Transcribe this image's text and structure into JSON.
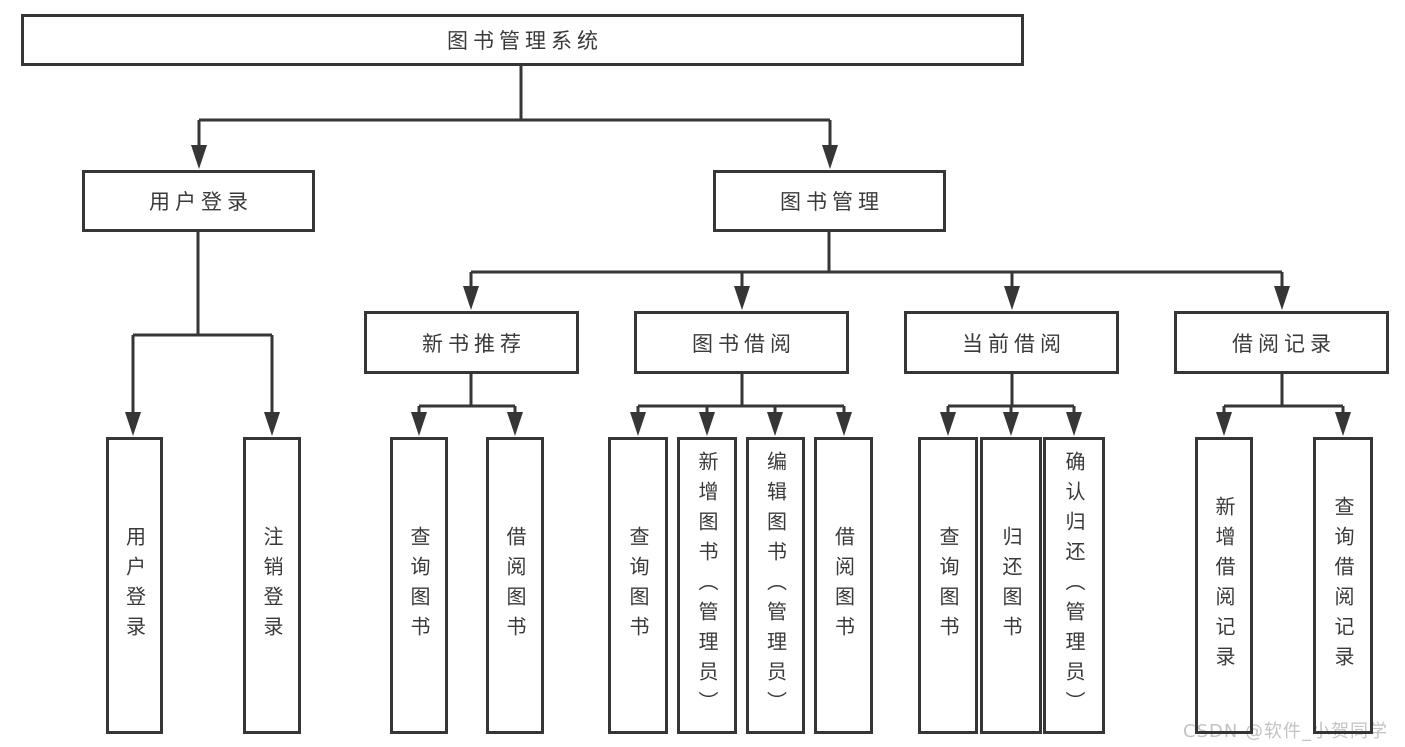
{
  "diagram": {
    "title": "图书管理系统",
    "branches": {
      "user_login": {
        "label": "用户登录",
        "children": [
          {
            "label": "用户登录"
          },
          {
            "label": "注销登录"
          }
        ]
      },
      "book_management": {
        "label": "图书管理",
        "sections": [
          {
            "label": "新书推荐",
            "children": [
              {
                "label": "查询图书"
              },
              {
                "label": "借阅图书"
              }
            ]
          },
          {
            "label": "图书借阅",
            "children": [
              {
                "label": "查询图书"
              },
              {
                "label": "新增图书（管理员）"
              },
              {
                "label": "编辑图书（管理员）"
              },
              {
                "label": "借阅图书"
              }
            ]
          },
          {
            "label": "当前借阅",
            "children": [
              {
                "label": "查询图书"
              },
              {
                "label": "归还图书"
              },
              {
                "label": "确认归还（管理员）"
              }
            ]
          },
          {
            "label": "借阅记录",
            "children": [
              {
                "label": "新增借阅记录"
              },
              {
                "label": "查询借阅记录"
              }
            ]
          }
        ]
      }
    },
    "line_color": "#363636"
  },
  "watermark": {
    "text": "CSDN @软件_小贺同学",
    "color": "#c3c3c3"
  }
}
